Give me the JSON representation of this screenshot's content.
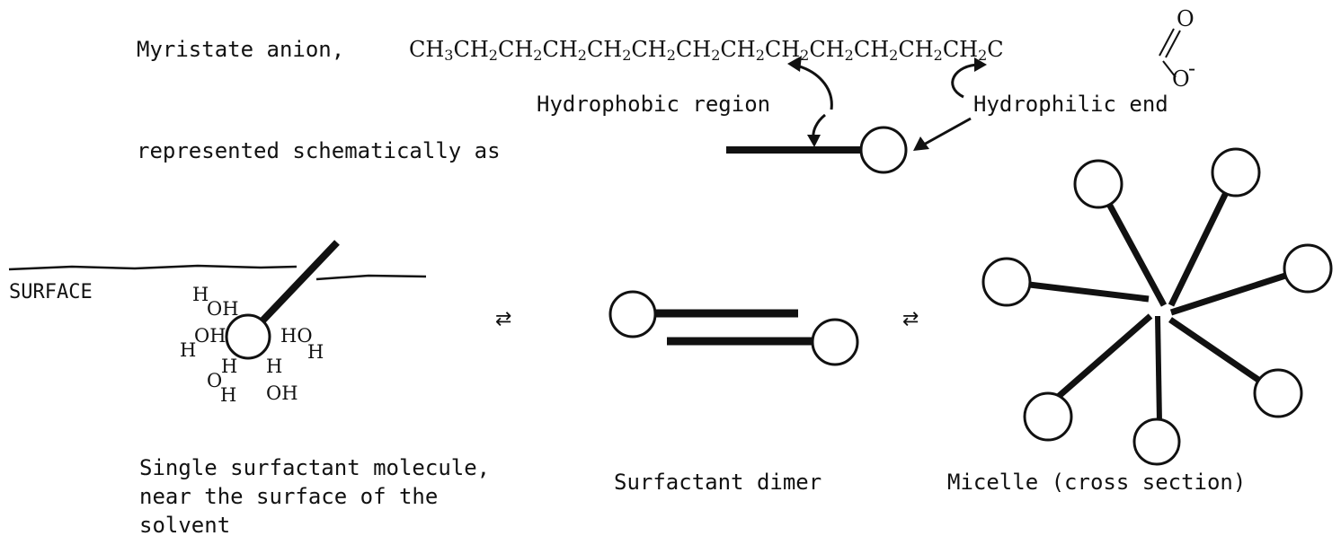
{
  "header": {
    "anion_label": "Myristate anion,",
    "formula": "CH3CH2CH2CH2CH2CH2CH2CH2CH2CH2CH2CH2CH2C",
    "carbonyl_o": "O",
    "anion_o": "O",
    "charge": "-",
    "hydrophobic_label": "Hydrophobic region",
    "hydrophilic_label": "Hydrophilic end",
    "schematic_label": "represented schematically as"
  },
  "surface": {
    "label": "SURFACE",
    "water_labels": [
      "H",
      "OH",
      "OH",
      "H",
      "HO",
      "H",
      "H",
      "H",
      "O",
      "H",
      "OH"
    ]
  },
  "equilibrium_symbol": "⇄",
  "captions": {
    "single_line1": "Single surfactant molecule,",
    "single_line2": "near the surface of the",
    "single_line3": "solvent",
    "dimer": "Surfactant dimer",
    "micelle": "Micelle (cross section)"
  }
}
